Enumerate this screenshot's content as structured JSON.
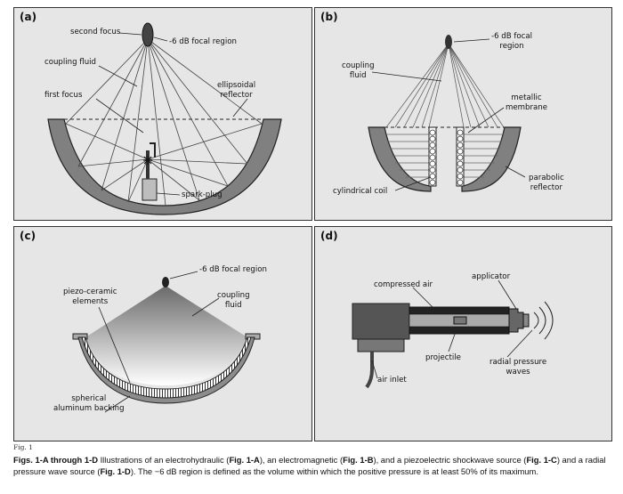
{
  "panels": {
    "a": {
      "id": "(a)",
      "second_focus": "second focus",
      "focal_region": "-6 dB focal region",
      "coupling_fluid": "coupling fluid",
      "first_focus": "first focus",
      "reflector_line1": "ellipsoidal",
      "reflector_line2": "reflector",
      "spark_plug": "spark-plug"
    },
    "b": {
      "id": "(b)",
      "focal_line1": "-6 dB focal",
      "focal_line2": "region",
      "coupling_line1": "coupling",
      "coupling_line2": "fluid",
      "membrane_line1": "metallic",
      "membrane_line2": "membrane",
      "coil": "cylindrical coil",
      "reflector_line1": "parabolic",
      "reflector_line2": "reflector"
    },
    "c": {
      "id": "(c)",
      "focal_region": "-6 dB focal region",
      "piezo_line1": "piezo-ceramic",
      "piezo_line2": "elements",
      "coupling_line1": "coupling",
      "coupling_line2": "fluid",
      "backing_line1": "spherical",
      "backing_line2": "aluminum backing"
    },
    "d": {
      "id": "(d)",
      "applicator": "applicator",
      "compressed_air": "compressed air",
      "projectile": "projectile",
      "air_inlet": "air inlet",
      "waves_line1": "radial pressure",
      "waves_line2": "waves"
    }
  },
  "caption": {
    "fig_label": "Fig. 1",
    "lead": "Figs. 1-A through 1-D",
    "t1": " Illustrations of an electrohydraulic (",
    "ref_a": "Fig. 1-A",
    "t2": "), an electromagnetic (",
    "ref_b": "Fig. 1-B",
    "t3": "), and a piezoelectric shockwave source (",
    "ref_c": "Fig. 1-C",
    "t4": ") and a radial pressure wave source (",
    "ref_d": "Fig. 1-D",
    "t5": "). The −6 dB region is defined as the volume within which the positive pressure is at least 50% of its maximum."
  }
}
